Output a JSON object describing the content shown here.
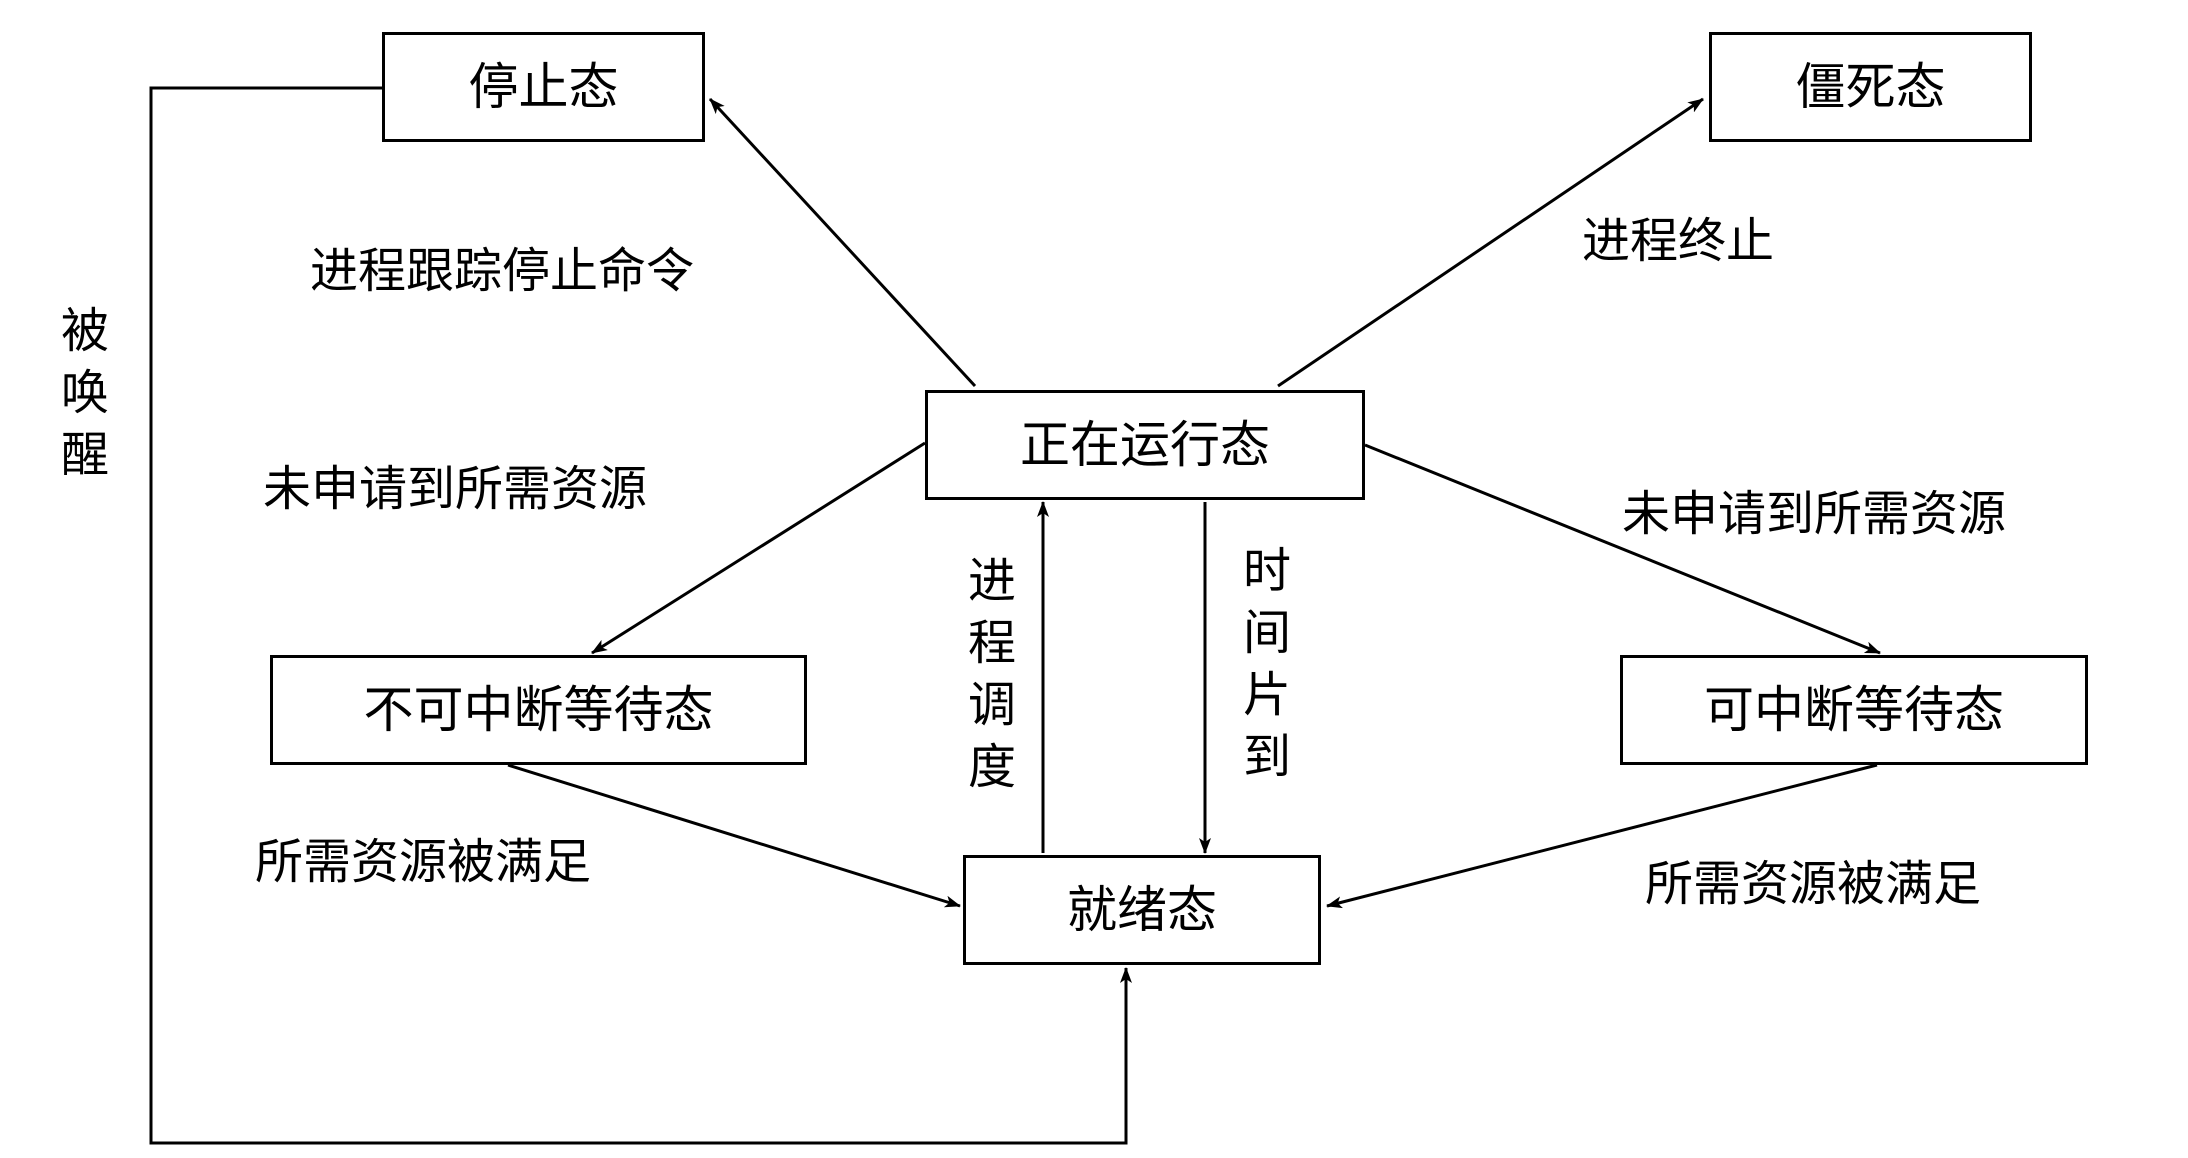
{
  "states": {
    "stopped": "停止态",
    "zombie": "僵死态",
    "running": "正在运行态",
    "uninterruptible_wait": "不可中断等待态",
    "interruptible_wait": "可中断等待态",
    "ready": "就绪态"
  },
  "transitions": {
    "trace_stop": "进程跟踪停止命令",
    "terminate": "进程终止",
    "no_resource_left": "未申请到所需资源",
    "no_resource_right": "未申请到所需资源",
    "schedule": "进程调度",
    "time_slice": "时间片到",
    "resource_ok_left": "所需资源被满足",
    "resource_ok_right": "所需资源被满足",
    "woken": "被唤醒"
  }
}
